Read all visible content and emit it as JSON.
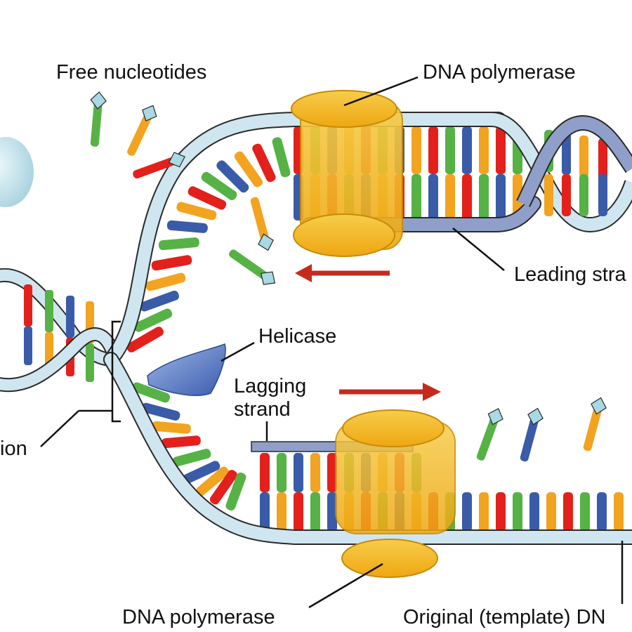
{
  "diagram": {
    "labels": {
      "free_nucleotides": "Free nucleotides",
      "dna_polymerase_top": "DNA polymerase",
      "leading_strand": "Leading stra",
      "helicase": "Helicase",
      "lagging_strand": "Lagging\nstrand",
      "replication_fork": "ion",
      "dna_polymerase_bottom": "DNA polymerase",
      "original_template": "Original (template) DN"
    },
    "colors": {
      "backbone_light": "#cfe6f0",
      "backbone_outline": "#2a2a2a",
      "backbone_dark": "#8f9fc9",
      "polymerase": "#f4b822",
      "helicase": "#5c7fc9",
      "arrow": "#c62a1e",
      "base_red": "#e3201b",
      "base_green": "#56b245",
      "base_blue": "#3a5ba8",
      "base_orange": "#f2a320",
      "nucleotide_cap": "#a9d9e4"
    }
  }
}
